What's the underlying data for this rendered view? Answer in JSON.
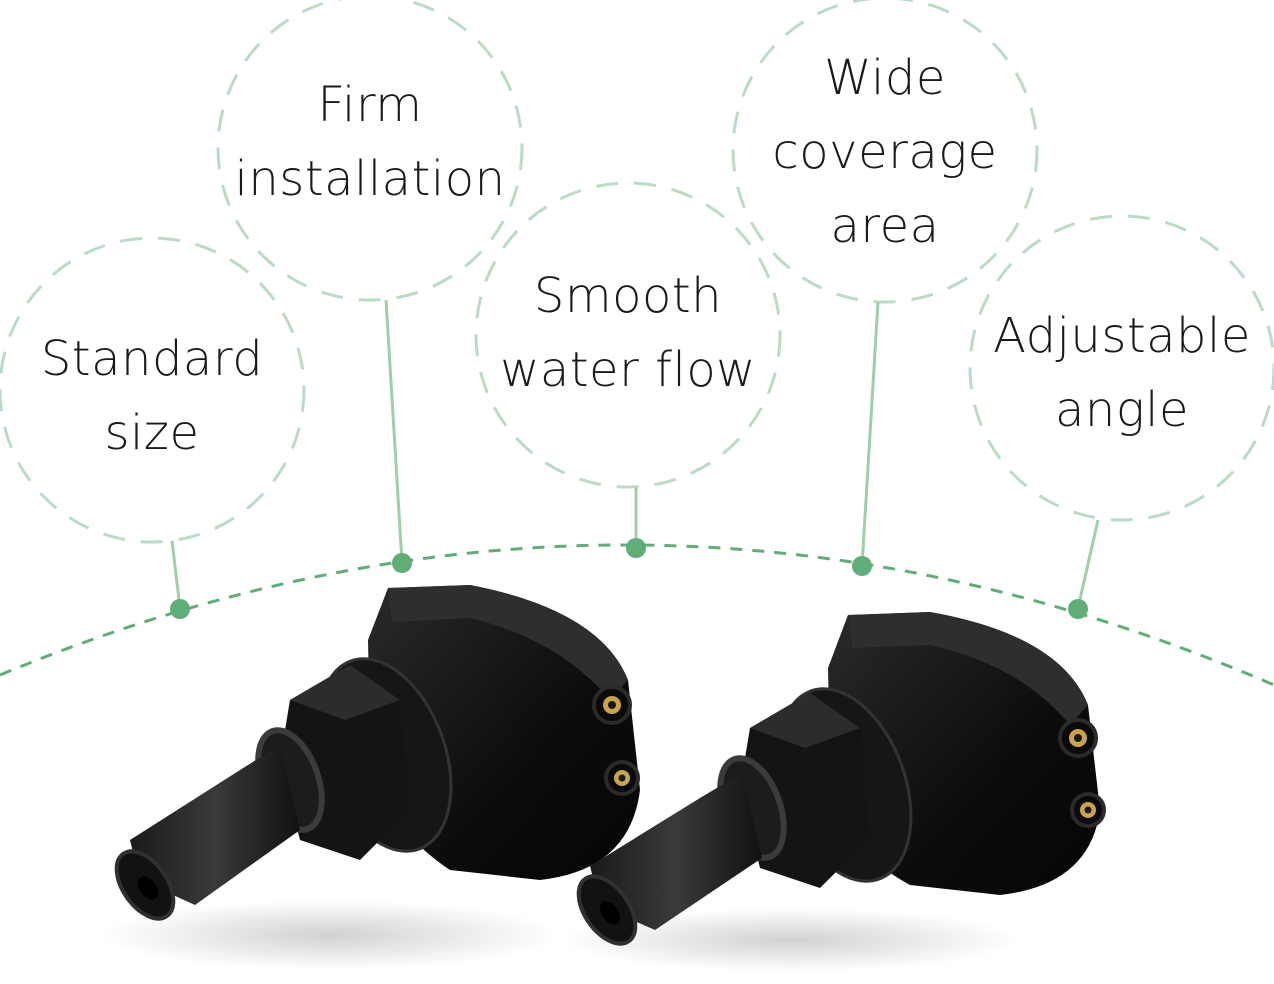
{
  "features": [
    {
      "id": "standard-size",
      "lines": [
        "Standard",
        "size"
      ]
    },
    {
      "id": "firm-installation",
      "lines": [
        "Firm",
        "installation"
      ]
    },
    {
      "id": "smooth-water-flow",
      "lines": [
        "Smooth",
        "water flow"
      ]
    },
    {
      "id": "wide-coverage-area",
      "lines": [
        "Wide",
        "coverage",
        "area"
      ]
    },
    {
      "id": "adjustable-angle",
      "lines": [
        "Adjustable",
        "angle"
      ]
    }
  ],
  "colors": {
    "accent": "#5fae78",
    "accent_light": "#b9dcc4",
    "product": "#121212",
    "brass": "#c9a44a"
  }
}
